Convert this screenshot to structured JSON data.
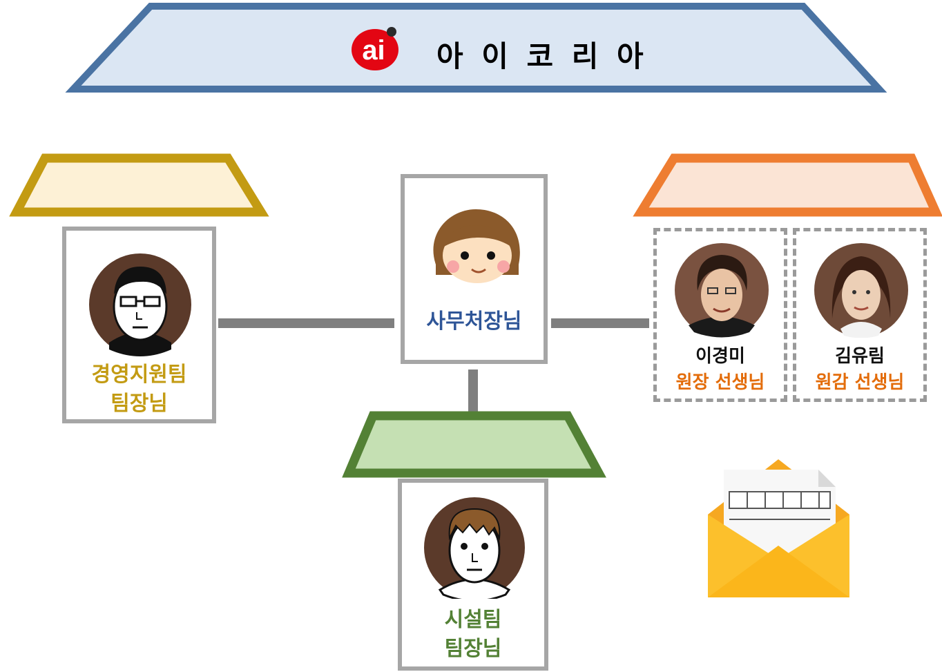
{
  "header": {
    "logo_text": "ai",
    "title": "아 이 코 리 아"
  },
  "center": {
    "label": "사무처장님"
  },
  "left": {
    "label_line1": "경영지원팀",
    "label_line2": "팀장님"
  },
  "bottom": {
    "label_line1": "시설팀",
    "label_line2": "팀장님"
  },
  "right": {
    "people": [
      {
        "name": "이경미",
        "role": "원장 선생님"
      },
      {
        "name": "김유림",
        "role": "원감 선생님"
      }
    ]
  },
  "colors": {
    "header_border": "#4a73a3",
    "header_fill": "#dbe6f3",
    "left_border": "#c39b13",
    "left_fill": "#fdf1d6",
    "left_text": "#c39b13",
    "right_border": "#ee7d31",
    "right_fill": "#fbe4d5",
    "right_text": "#e36c0a",
    "bottom_border": "#538135",
    "bottom_fill": "#c5e0b3",
    "bottom_text": "#538135",
    "center_text": "#2e5597",
    "connector": "#7f7f7f"
  },
  "icons": [
    "ai-logo-icon",
    "man-glasses-avatar-icon",
    "woman-avatar-icon",
    "young-man-avatar-icon",
    "woman-photo-1",
    "woman-photo-2",
    "envelope-icon"
  ]
}
